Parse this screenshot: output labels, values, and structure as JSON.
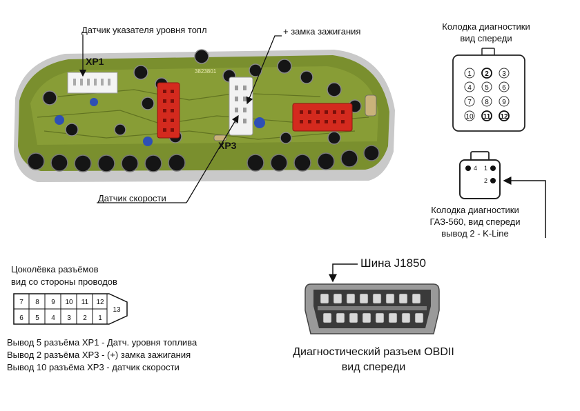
{
  "labels": {
    "fuel_sensor": "Датчик указателя уровня топл",
    "ignition": "+ замка зажигания",
    "speed_sensor": "Датчик скорости",
    "xp1": "XP1",
    "xp3": "XP3",
    "pcb_code": "3823801"
  },
  "diag_connector": {
    "title_line1": "Колодка диагностики",
    "title_line2": "вид спереди",
    "pins": [
      "1",
      "2",
      "3",
      "4",
      "5",
      "6",
      "7",
      "8",
      "9",
      "10",
      "11",
      "12"
    ]
  },
  "gaz_connector": {
    "pin_4": "4",
    "pin_1": "1",
    "pin_2": "2",
    "caption_line1": "Колодка диагностики",
    "caption_line2": "ГАЗ-560, вид спереди",
    "caption_line3": "вывод 2 - K-Line"
  },
  "pinout": {
    "title_line1": "Цоколёвка разъёмов",
    "title_line2": "вид со стороны проводов",
    "top_row": [
      "7",
      "8",
      "9",
      "10",
      "11",
      "12"
    ],
    "bottom_row": [
      "6",
      "5",
      "4",
      "3",
      "2",
      "1"
    ],
    "pin_13": "13",
    "notes": [
      "Вывод 5 разъёма XP1 - Датч. уровня топлива",
      "Вывод 2 разъёма XP3 - (+) замка зажигания",
      "Вывод 10 разъёма XP3 - датчик скорости"
    ]
  },
  "obd": {
    "bus_label": "Шина J1850",
    "caption_line1": "Диагностический разъем OBDII",
    "caption_line2": "вид спереди"
  },
  "colors": {
    "pcb_green": "#7a8f2e",
    "red_connector": "#d42a1e",
    "blue_component": "#2e4fb5"
  }
}
